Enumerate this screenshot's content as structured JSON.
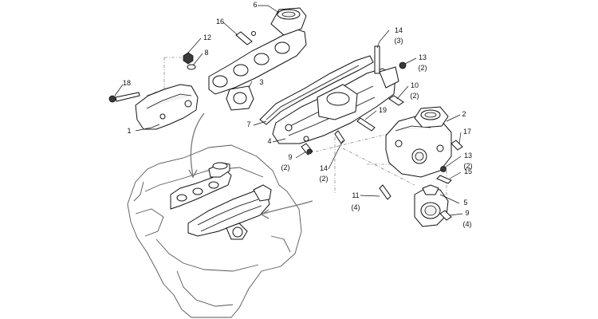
{
  "callouts": [
    {
      "id": "c6",
      "num": "6",
      "qty": ""
    },
    {
      "id": "c16",
      "num": "16",
      "qty": ""
    },
    {
      "id": "c12",
      "num": "12",
      "qty": ""
    },
    {
      "id": "c8",
      "num": "8",
      "qty": ""
    },
    {
      "id": "c18",
      "num": "18",
      "qty": ""
    },
    {
      "id": "c3",
      "num": "3",
      "qty": ""
    },
    {
      "id": "c1",
      "num": "1",
      "qty": ""
    },
    {
      "id": "c7",
      "num": "7",
      "qty": ""
    },
    {
      "id": "c4",
      "num": "4",
      "qty": ""
    },
    {
      "id": "c9a",
      "num": "9",
      "qty": "(2)"
    },
    {
      "id": "c14a",
      "num": "14",
      "qty": "(3)"
    },
    {
      "id": "c13a",
      "num": "13",
      "qty": "(2)"
    },
    {
      "id": "c10",
      "num": "10",
      "qty": "(2)"
    },
    {
      "id": "c19",
      "num": "19",
      "qty": ""
    },
    {
      "id": "c2",
      "num": "2",
      "qty": ""
    },
    {
      "id": "c17",
      "num": "17",
      "qty": ""
    },
    {
      "id": "c13b",
      "num": "13",
      "qty": "(2)"
    },
    {
      "id": "c15",
      "num": "15",
      "qty": ""
    },
    {
      "id": "c14b",
      "num": "14",
      "qty": "(2)"
    },
    {
      "id": "c11",
      "num": "11",
      "qty": "(4)"
    },
    {
      "id": "c5",
      "num": "5",
      "qty": ""
    },
    {
      "id": "c9b",
      "num": "9",
      "qty": "(4)"
    }
  ]
}
